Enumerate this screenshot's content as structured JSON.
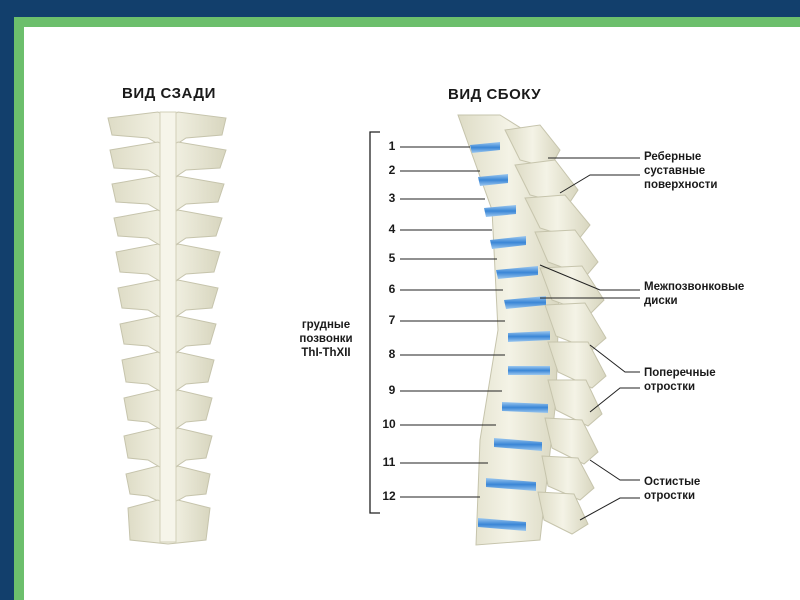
{
  "titles": {
    "back_view": "ВИД СЗАДИ",
    "side_view": "ВИД СБОКУ"
  },
  "vertebra_numbers": [
    "1",
    "2",
    "3",
    "4",
    "5",
    "6",
    "7",
    "8",
    "9",
    "10",
    "11",
    "12"
  ],
  "group_label": [
    "грудные",
    "позвонки",
    "ThI-ThXII"
  ],
  "annotations": {
    "rib_facets": [
      "Реберные",
      "суставные",
      "поверхности"
    ],
    "discs": [
      "Межпозвонковые",
      "диски"
    ],
    "transverse": [
      "Поперечные",
      "отростки"
    ],
    "spinous": [
      "Остистые",
      "отростки"
    ]
  },
  "colors": {
    "border_outer": "#123f6c",
    "border_green": "#6cbf6c",
    "bone": "#ecebd9",
    "disc": "#3f8fd8"
  }
}
